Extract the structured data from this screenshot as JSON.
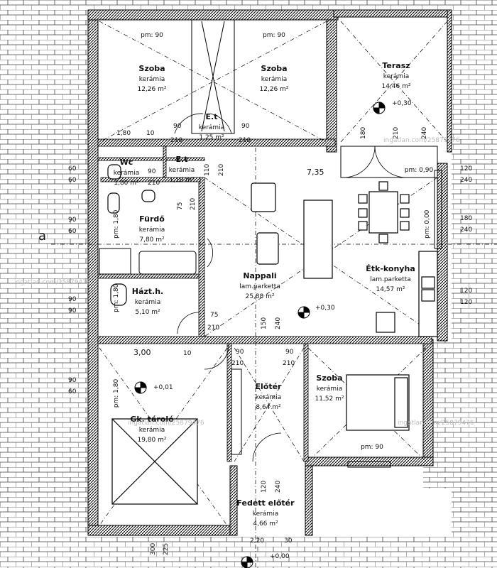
{
  "axis_label": "a",
  "rooms": [
    {
      "id": "szoba1",
      "name": "Szoba",
      "material": "kerámia",
      "area": "12,26 m²",
      "pm": "pm: 90"
    },
    {
      "id": "szoba2",
      "name": "Szoba",
      "material": "kerámia",
      "area": "12,26 m²",
      "pm": "pm: 90"
    },
    {
      "id": "terasz",
      "name": "Terasz",
      "material": "kerámia",
      "area": "14,46 m²",
      "level": "+0,30"
    },
    {
      "id": "et1",
      "name": "E.t",
      "material": "kerámia",
      "area": "1,25 m²"
    },
    {
      "id": "wc",
      "name": "Wc",
      "material": "kerámia",
      "area": "1,80 m²"
    },
    {
      "id": "et2",
      "name": "E.t",
      "material": "kerámia",
      "area": "1,10 m²"
    },
    {
      "id": "furdo",
      "name": "Fürdő",
      "material": "kerámia",
      "area": "7,80 m²"
    },
    {
      "id": "haztt",
      "name": "Házt.h.",
      "material": "kerámia",
      "area": "5,10 m²"
    },
    {
      "id": "nappali",
      "name": "Nappali",
      "material": "lam.parketta",
      "area": "25,88 m²",
      "level": "+0,30"
    },
    {
      "id": "etk",
      "name": "Étk-konyha",
      "material": "lam.parketta",
      "area": "14,57 m²",
      "pm": "pm: 0,90"
    },
    {
      "id": "gk",
      "name": "Gk. tároló",
      "material": "kerámia",
      "area": "19,80 m²",
      "level": "+0,01",
      "pm": "pm: 1,80"
    },
    {
      "id": "eloter",
      "name": "Előtér",
      "material": "kerámia",
      "area": "8,64 m²"
    },
    {
      "id": "szoba3",
      "name": "Szoba",
      "material": "kerámia",
      "area": "11,52 m²",
      "pm": "pm: 90"
    },
    {
      "id": "fedett",
      "name": "Fedett előtér",
      "material": "kerámia",
      "area": "4,66 m²",
      "level": "+0,00"
    }
  ],
  "dimensions": {
    "d180a": "1,80",
    "d10a": "10",
    "d90a": "90",
    "d210a": "210",
    "d90b": "90",
    "d210b": "210",
    "d735": "7,35",
    "d180t": "180",
    "d210t": "210",
    "d240t": "240",
    "d110": "110",
    "d210c": "210",
    "d90c": "90",
    "d210d": "210",
    "d75a": "75",
    "d210e": "210",
    "d75b": "75",
    "d210f": "210",
    "d150": "150",
    "d240": "240",
    "d300": "3,00",
    "d10b": "10",
    "d90d": "90",
    "d210g": "210",
    "d90e": "90",
    "d210h": "210",
    "d120a": "120",
    "d240a": "240",
    "d220": "2,20",
    "d30": "30",
    "d300b": "300",
    "d225": "225",
    "l60a": "60",
    "l60b": "60",
    "l90a": "90",
    "l60c": "60",
    "l90b": "90",
    "l90c": "90",
    "l90d": "90",
    "l60d": "60",
    "r120a": "120",
    "r240a": "240",
    "r180": "180",
    "r240b": "240",
    "r120b": "120",
    "r120c": "120",
    "pmfurdo": "pm: 1,80",
    "pmhazt": "pm: 1,80",
    "pmetk": "pm: 0,00"
  },
  "watermarks": [
    "ingatlan.com/25879476",
    "ingatlan.com/25879476",
    "ingatlan.com/25879476",
    "ingatlan.com/25879476"
  ]
}
